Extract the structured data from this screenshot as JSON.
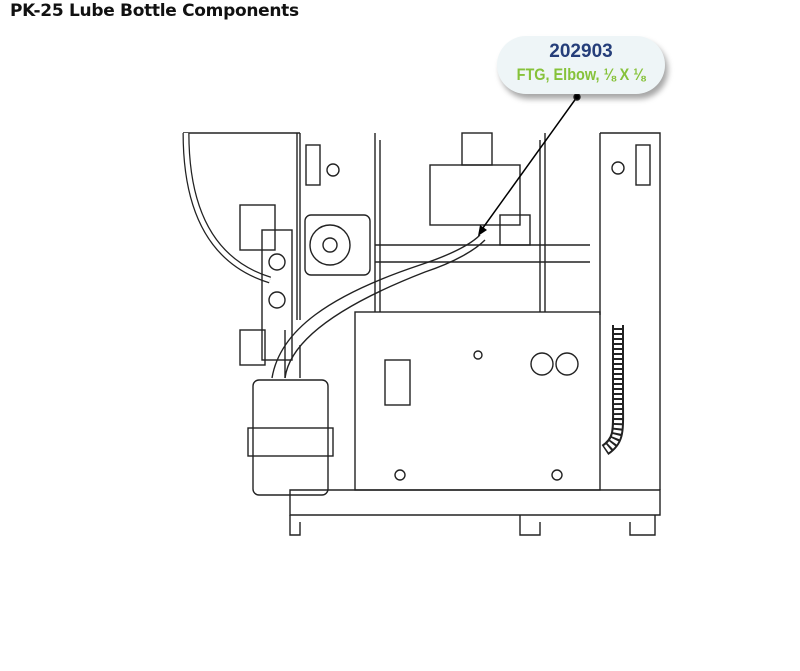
{
  "title": "PK-25 Lube Bottle Components",
  "callout": {
    "part_number": "202903",
    "description": "FTG, Elbow, ⅛ X ⅛"
  },
  "colors": {
    "part_number": "#253e7a",
    "description": "#86c23a",
    "callout_bg": "#eef5f7"
  }
}
